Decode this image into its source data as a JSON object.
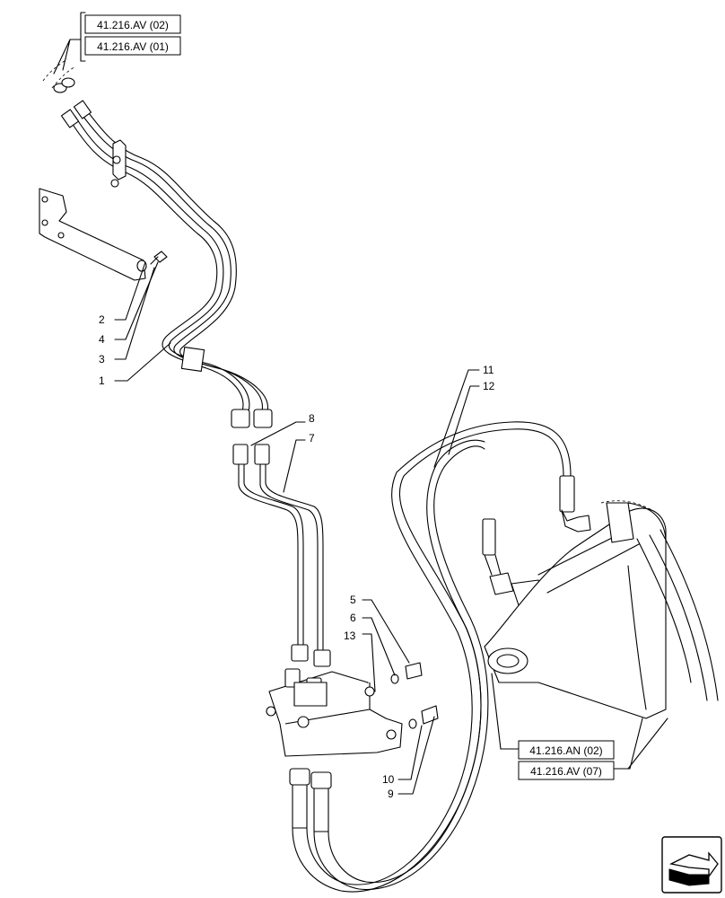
{
  "references": {
    "top_1": "41.216.AV (02)",
    "top_2": "41.216.AV (01)",
    "bottom_1": "41.216.AN (02)",
    "bottom_2": "41.216.AV (07)"
  },
  "callouts": {
    "c1": "1",
    "c2": "2",
    "c3": "3",
    "c4": "4",
    "c5": "5",
    "c6": "6",
    "c7": "7",
    "c8": "8",
    "c9": "9",
    "c10": "10",
    "c11": "11",
    "c12": "12",
    "c13": "13"
  },
  "nav_icon": "next-page-arrow-icon"
}
